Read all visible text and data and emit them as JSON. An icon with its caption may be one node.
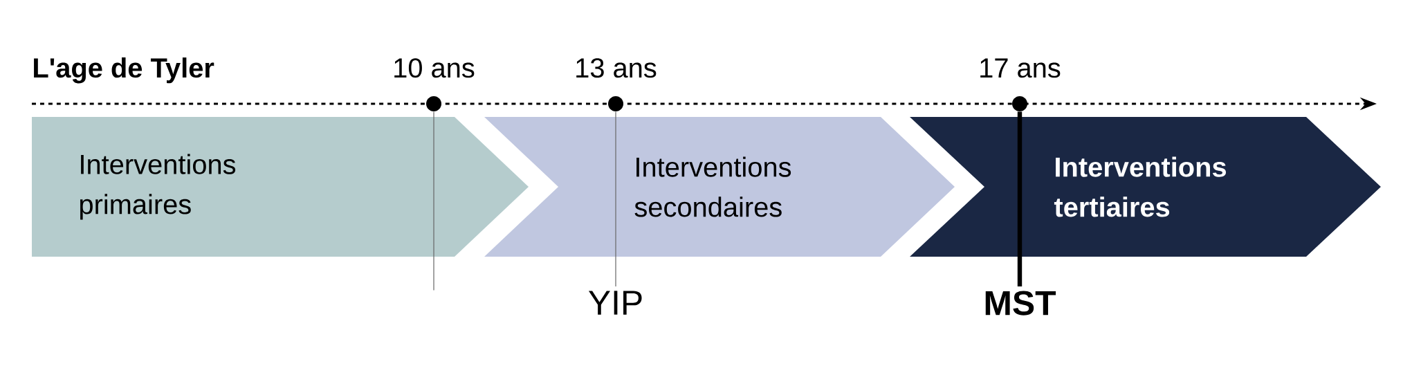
{
  "diagram": {
    "nodes": [
      {
        "text": [
          "Interventions primaires"
        ]
      },
      {
        "text": [
          "Interventions secondaires"
        ]
      },
      {
        "text": [
          "Interventions tertiaires"
        ]
      },
      {
        "text": [],
        "shape": "circle",
        "beside": [
          "10 ans"
        ]
      },
      {
        "text": [],
        "shape": "circle",
        "beside": [
          "13 ans"
        ]
      },
      {
        "text": [],
        "shape": "circle",
        "beside": [
          "17 ans"
        ]
      },
      {
        "text": [
          "YIP"
        ]
      },
      {
        "text": [
          "MST"
        ]
      }
    ],
    "edges": [
      {
        "from": 3,
        "to": null,
        "arrow": "none"
      },
      {
        "from": 6,
        "to": 4,
        "arrow": "none"
      },
      {
        "from": 7,
        "to": 5,
        "arrow": "none",
        "style": "thick",
        "color": "#000000"
      }
    ],
    "labels": [
      "L'age de Tyler"
    ]
  }
}
